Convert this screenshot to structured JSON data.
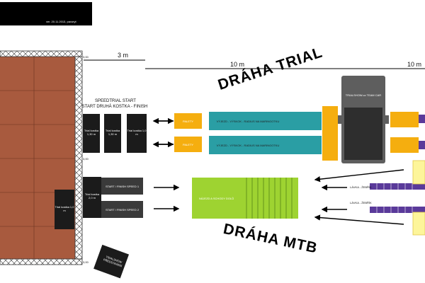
{
  "header": {
    "version_text": "ver. 20.11.2013, pavoryt"
  },
  "dimensions": {
    "d3m": "3 m",
    "d10m_a": "10 m",
    "d10m_b": "10 m"
  },
  "titles": {
    "trial": "DRÁHA TRIAL",
    "mtb": "DRÁHA MTB"
  },
  "speedtrial": {
    "title_line1": "SPEEDTRIAL START",
    "title_line2": "START DRUHÁ KOSTKA - FINISH"
  },
  "boxes": {
    "kostka1": "Trial kostka 1,30 m",
    "kostka2": "Trial kostka 1,30 m",
    "kostka3": "Trial kostka 1,0 m",
    "kostka_low": "Trial kostka 1,0 m",
    "kostka_mid": "Trial kostka 2,0 m",
    "start1": "START / FINISH SPEED 1",
    "start2": "START / FINISH SPEED 2",
    "paleta1": "PALETY",
    "paleta2": "PALETY",
    "ramp1": "VÝJEZD - VÝSKOK - RADIUS NA MARINGOTKU",
    "ramp2": "VÝJEZD - VÝSKOK - RADIUS NA MARINGOTKU",
    "stairs": "NÁJEZD A SCHODY DOLŮ",
    "truck": "TRIALSHOW.cz TEAM CAR",
    "lavka1": "LÁVKA - ŽEBŘÍK",
    "lavka2": "LÁVKA - ŽEBŘÍK",
    "podium": "TRIALSHOW PŘEDSTAVENÍ"
  },
  "truss_labels": {
    "top": "3,00",
    "mid": "3,00",
    "bot": "3,00"
  },
  "colors": {
    "stage": "#a85a3e",
    "teal": "#2a9ea4",
    "orange": "#f5ae0f",
    "green": "#9ed331",
    "purple": "#5a3a9a",
    "yellow": "#fdf59a",
    "dark": "#1b1b1b"
  }
}
